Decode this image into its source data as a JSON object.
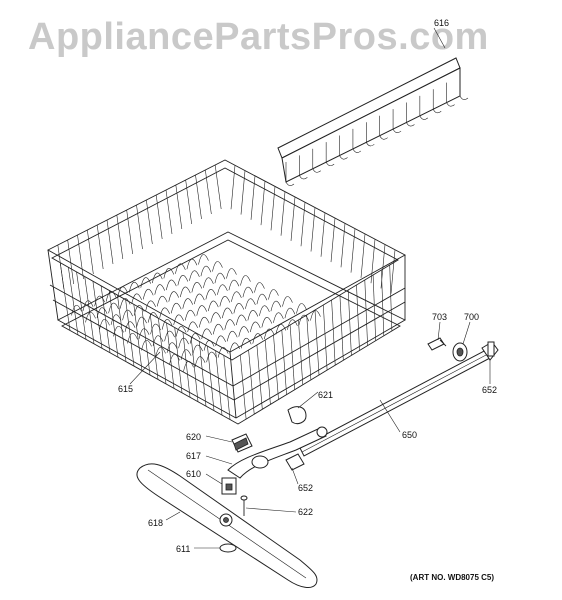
{
  "watermark": "AppliancePartsPros.com",
  "art_number": "(ART NO. WD8075 C5)",
  "callouts": {
    "c615": "615",
    "c616": "616",
    "c618": "618",
    "c610": "610",
    "c611": "611",
    "c617": "617",
    "c620": "620",
    "c621": "621",
    "c622": "622",
    "c650": "650",
    "c652a": "652",
    "c652b": "652",
    "c700": "700",
    "c703": "703"
  },
  "parts": {
    "rack": "615",
    "rack_shelf": "616",
    "lower_spray_arm": "618",
    "spray_arm_bearing": "610",
    "seal": "611",
    "feed_tube_elbow": "617",
    "clip": "620",
    "tube_clip": "621",
    "screw": "622",
    "feed_tube": "650",
    "end_cap": "652",
    "roller": "700",
    "roller_stud": "703"
  }
}
